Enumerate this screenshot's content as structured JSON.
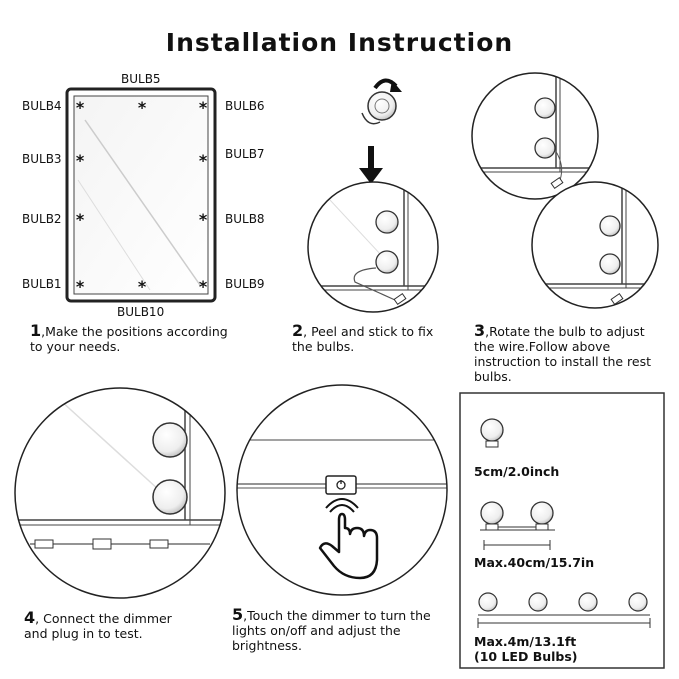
{
  "title": "Installation Instruction",
  "bulb_labels": {
    "bulb1": "BULB1",
    "bulb2": "BULB2",
    "bulb3": "BULB3",
    "bulb4": "BULB4",
    "bulb5": "BULB5",
    "bulb6": "BULB6",
    "bulb7": "BULB7",
    "bulb8": "BULB8",
    "bulb9": "BULB9",
    "bulb10": "BULB10"
  },
  "steps": [
    {
      "num": "1",
      "text_line1": ",Make the positions according",
      "text_line2": "to your needs."
    },
    {
      "num": "2",
      "text_line1": ", Peel and stick to fix",
      "text_line2": "the bulbs."
    },
    {
      "num": "3",
      "text_line1": ",Rotate the bulb to adjust",
      "text_line2": "the wire.Follow above",
      "text_line3": "instruction to install the rest",
      "text_line4": "bulbs."
    },
    {
      "num": "4",
      "text_line1": ", Connect the dimmer",
      "text_line2": "and plug in to test."
    },
    {
      "num": "5",
      "text_line1": ",Touch the dimmer to turn the",
      "text_line2": "lights on/off and adjust the",
      "text_line3": "brightness."
    }
  ],
  "specs": {
    "bulb_size": "5cm/2.0inch",
    "spacing": "Max.40cm/15.7in",
    "total_length": "Max.4m/13.1ft",
    "bulb_count": "(10 LED Bulbs)"
  },
  "icons": [
    "mirror-diagram-icon",
    "bulb-icon",
    "rotate-arrow-icon",
    "down-arrow-icon",
    "dimmer-switch-icon",
    "touch-hand-icon"
  ]
}
